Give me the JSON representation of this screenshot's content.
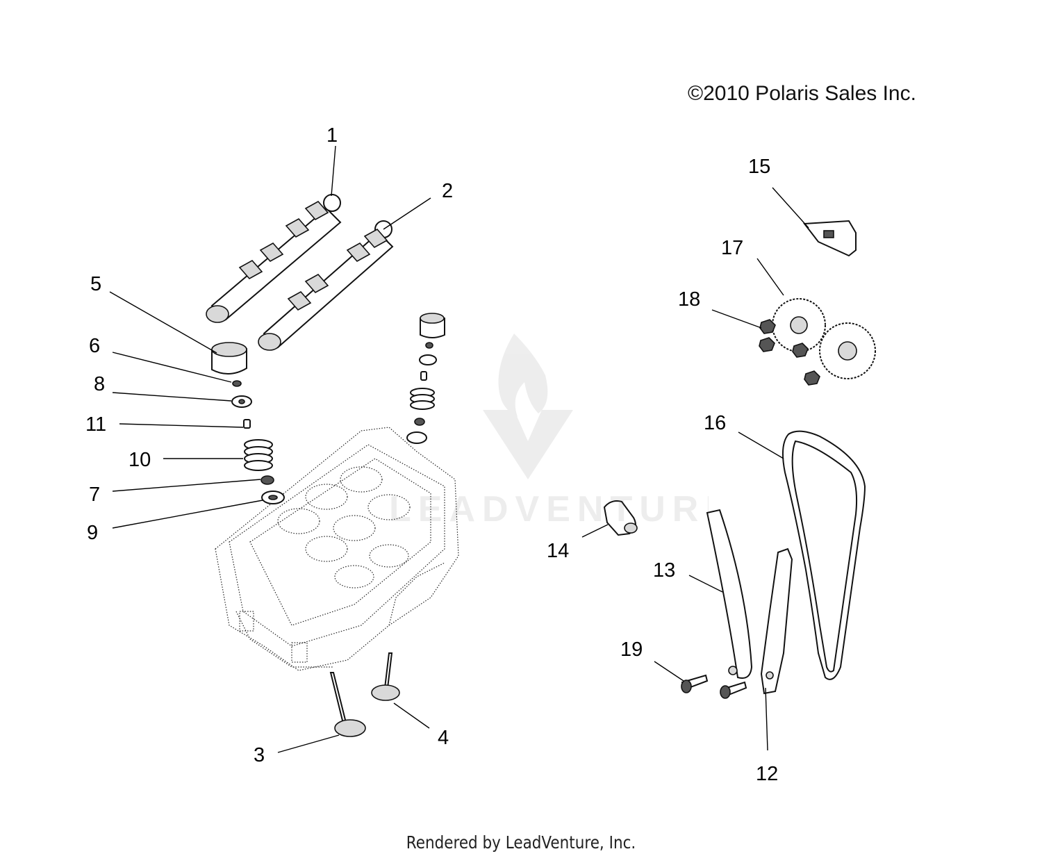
{
  "copyright": "©2010 Polaris Sales Inc.",
  "footer": "Rendered by LeadVenture, Inc.",
  "watermark_text": "LEADVENTURE",
  "callouts": {
    "c1": "1",
    "c2": "2",
    "c3": "3",
    "c4": "4",
    "c5": "5",
    "c6": "6",
    "c7": "7",
    "c8": "8",
    "c9": "9",
    "c10": "10",
    "c11": "11",
    "c12": "12",
    "c13": "13",
    "c14": "14",
    "c15": "15",
    "c16": "16",
    "c17": "17",
    "c18": "18",
    "c19": "19"
  }
}
